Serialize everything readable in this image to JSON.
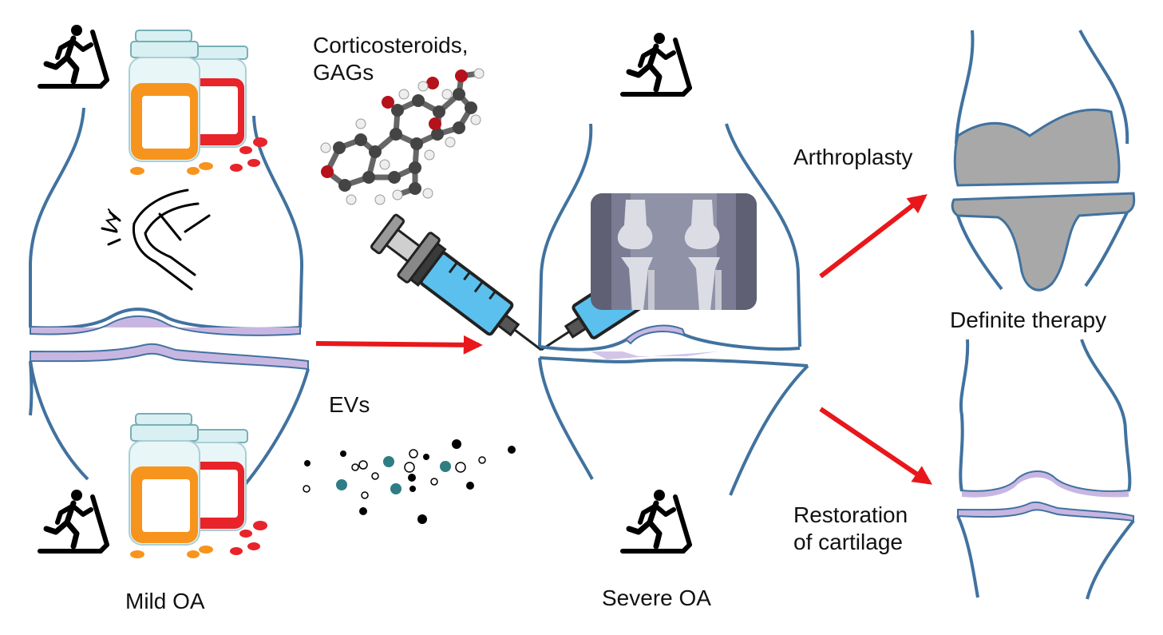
{
  "labels": {
    "corticosteroids": "Corticosteroids,\nGAGs",
    "evs": "EVs",
    "mild_oa": "Mild OA",
    "severe_oa": "Severe OA",
    "arthroplasty": "Arthroplasty",
    "definite_therapy": "Definite therapy",
    "restoration": "Restoration\nof cartilage"
  },
  "colors": {
    "bone_outline": "#41729f",
    "cartilage": "#c8b6e2",
    "arrow": "#e8171b",
    "implant": "#a8a8a8",
    "syringe_fluid": "#5bc0ee",
    "pill_orange": "#f7941d",
    "pill_red": "#e8232a",
    "xray_bg": "#5f6074",
    "ev_teal": "#2e7d85"
  },
  "icons": {
    "exercise": "treadmill-runner-icon",
    "medication": "pill-bottles-icon",
    "molecule": "steroid-molecule-icon",
    "syringe": "syringe-icon",
    "xray": "knee-xray-icon",
    "pain": "knee-pain-icon"
  }
}
